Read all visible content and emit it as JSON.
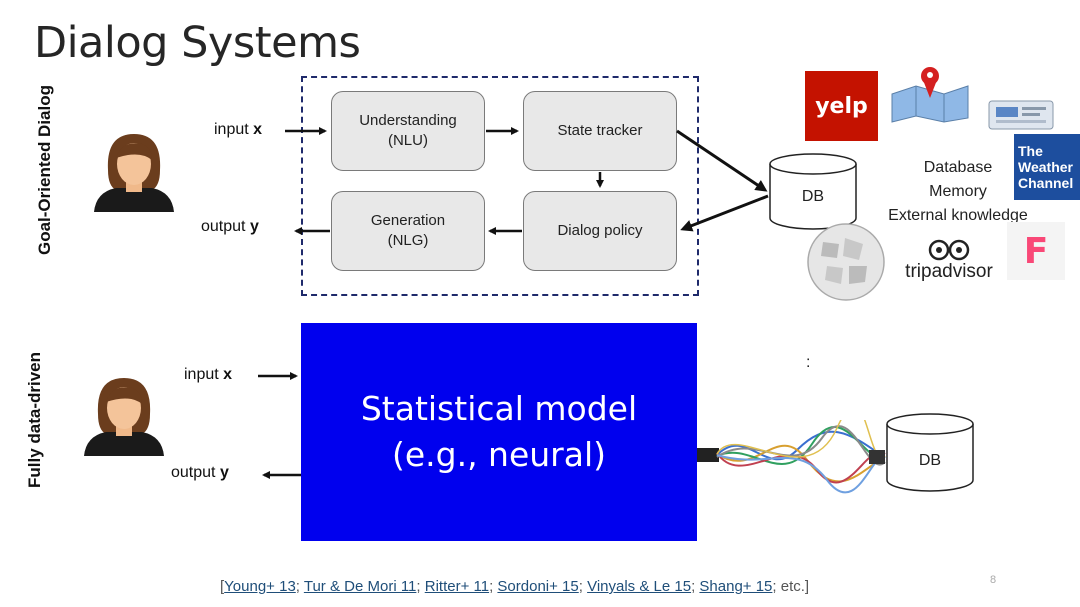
{
  "title": "Dialog Systems",
  "goal_section": {
    "label": "Goal-Oriented Dialog",
    "input_label": "input",
    "input_var": "x",
    "output_label": "output",
    "output_var": "y",
    "boxes": {
      "understanding": "Understanding\n(NLU)",
      "state_tracker": "State tracker",
      "generation": "Generation\n(NLG)",
      "dialog_policy": "Dialog policy"
    },
    "db_label": "DB",
    "knowledge_lines": [
      "Database",
      "Memory",
      "External knowledge"
    ],
    "logos": {
      "yelp": "yelp",
      "weather": [
        "The",
        "Weather",
        "Channel"
      ],
      "tripadvisor": "tripadvisor",
      "foursquare": "F"
    }
  },
  "data_section": {
    "label": "Fully data-driven",
    "input_label": "input",
    "input_var": "x",
    "output_label": "output",
    "output_var": "y",
    "model_line1": "Statistical model",
    "model_line2": "(e.g., neural)",
    "db_label": "DB",
    "colon": ":"
  },
  "references": {
    "open": "[",
    "items": [
      "Young+ 13",
      "Tur & De Mori 11",
      "Ritter+ 11",
      "Sordoni+ 15",
      "Vinyals & Le 15",
      "Shang+ 15"
    ],
    "close": "etc.]"
  },
  "page_number": "8",
  "colors": {
    "model_blue": "#0000ee",
    "dashed_border": "#1f2a6b",
    "box_fill": "#e8e8e8"
  }
}
